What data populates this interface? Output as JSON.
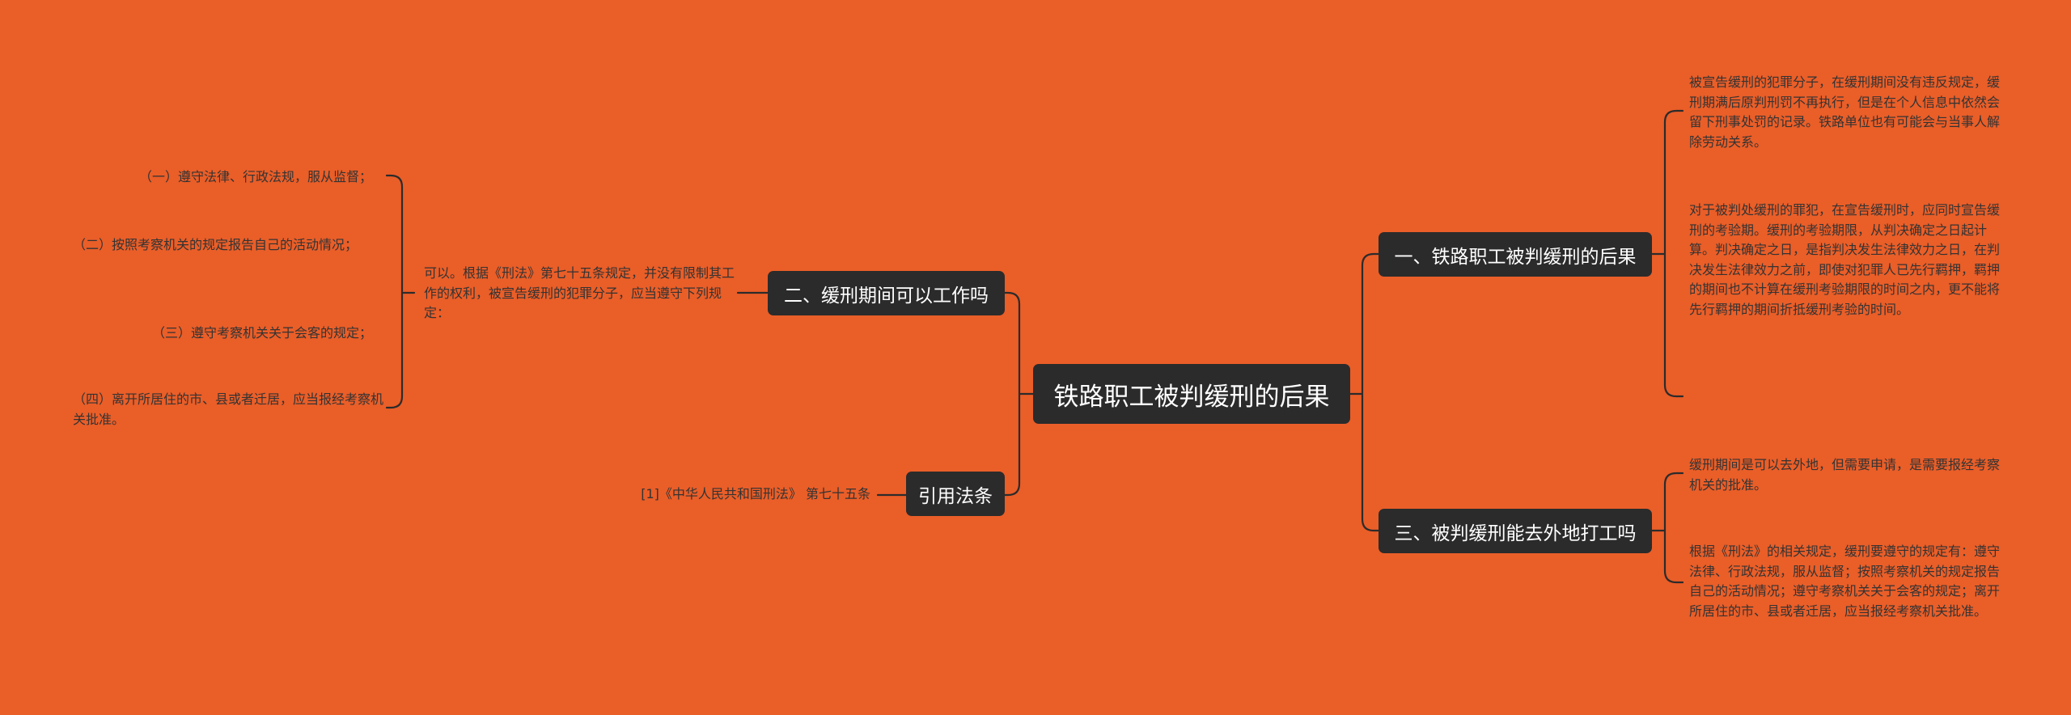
{
  "root": {
    "title": "铁路职工被判缓刑的后果"
  },
  "branches": {
    "b1": {
      "label": "一、铁路职工被判缓刑的后果",
      "leaves": [
        "被宣告缓刑的犯罪分子，在缓刑期间没有违反规定，缓刑期满后原判刑罚不再执行，但是在个人信息中依然会留下刑事处罚的记录。铁路单位也有可能会与当事人解除劳动关系。",
        "对于被判处缓刑的罪犯，在宣告缓刑时，应同时宣告缓刑的考验期。缓刑的考验期限，从判决确定之日起计算。判决确定之日，是指判决发生法律效力之日，在判决发生法律效力之前，即使对犯罪人已先行羁押，羁押的期间也不计算在缓刑考验期限的时间之内，更不能将先行羁押的期间折抵缓刑考验的时间。"
      ]
    },
    "b2": {
      "label": "二、缓刑期间可以工作吗",
      "middle": "可以。根据《刑法》第七十五条规定，并没有限制其工作的权利，被宣告缓刑的犯罪分子，应当遵守下列规定：",
      "leaves": [
        "（一）遵守法律、行政法规，服从监督；",
        "（二）按照考察机关的规定报告自己的活动情况；",
        "（三）遵守考察机关关于会客的规定；",
        "（四）离开所居住的市、县或者迁居，应当报经考察机关批准。"
      ]
    },
    "b3": {
      "label": "三、被判缓刑能去外地打工吗",
      "leaves": [
        "缓刑期间是可以去外地，但需要申请，是需要报经考察机关的批准。",
        "根据《刑法》的相关规定，缓刑要遵守的规定有：遵守法律、行政法规，服从监督；按照考察机关的规定报告自己的活动情况；遵守考察机关关于会客的规定；离开所居住的市、县或者迁居，应当报经考察机关批准。"
      ]
    },
    "b4": {
      "label": "引用法条",
      "leaves": [
        "[1]《中华人民共和国刑法》 第七十五条"
      ]
    }
  },
  "colors": {
    "background": "#ea5e28",
    "node": "#2b2b2b",
    "line": "#2b2b2b",
    "text": "#333333"
  }
}
